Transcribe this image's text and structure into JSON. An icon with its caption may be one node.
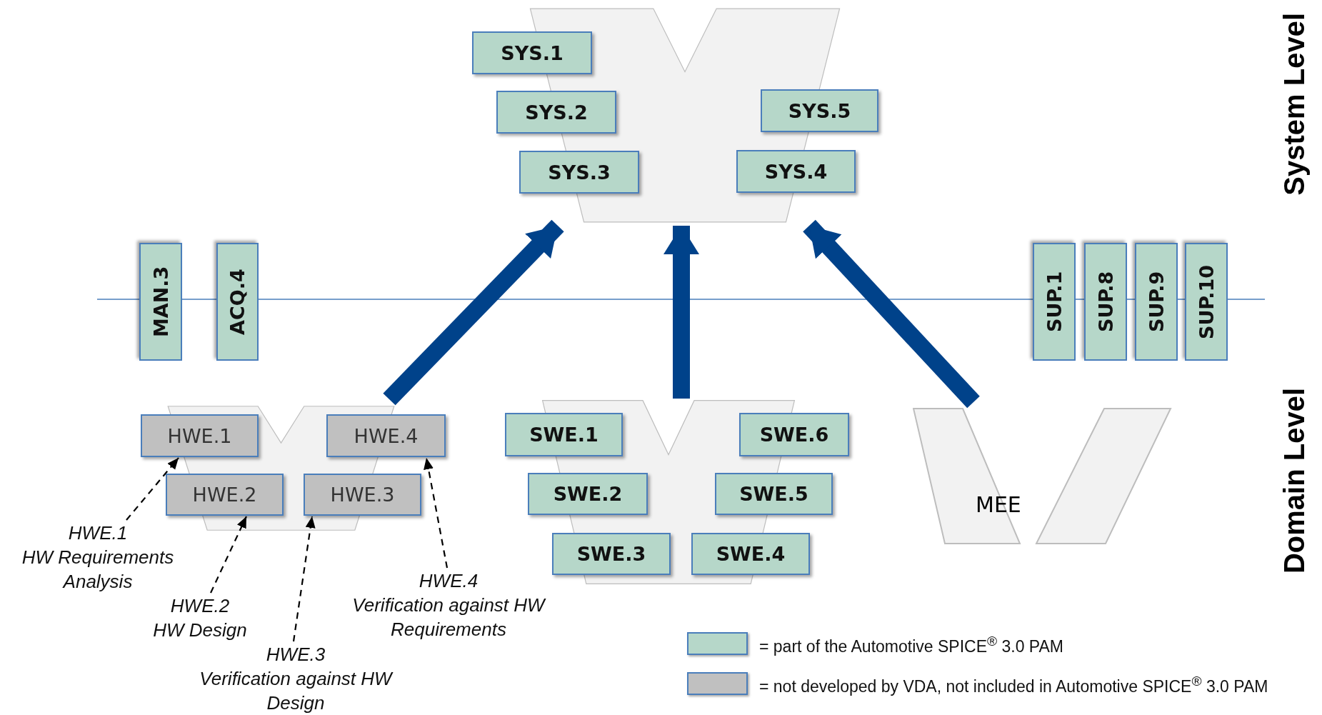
{
  "diagram": {
    "nodes": [
      {
        "text": [],
        "shape": "picture"
      },
      {
        "text": [
          "SYS.1"
        ]
      },
      {
        "text": [
          "SYS.2"
        ]
      },
      {
        "text": [
          "SYS.5"
        ]
      },
      {
        "text": [
          "SYS.3"
        ]
      },
      {
        "text": [
          "SYS.4"
        ]
      },
      {
        "text": [
          "MAN.3"
        ]
      },
      {
        "text": [
          "ACQ.4"
        ]
      },
      {
        "text": [
          "SUP.1"
        ]
      },
      {
        "text": [
          "SUP.8"
        ]
      },
      {
        "text": [
          "SUP.9"
        ]
      },
      {
        "text": [
          "SUP.10"
        ]
      },
      {
        "text": [],
        "shape": "picture"
      },
      {
        "text": [
          "HWE.1"
        ]
      },
      {
        "text": [
          "HWE.4"
        ]
      },
      {
        "text": [
          "HWE.2"
        ],
        "in": 12
      },
      {
        "text": [
          "HWE.3"
        ]
      },
      {
        "text": [],
        "shape": "picture"
      },
      {
        "text": [
          "SWE.1"
        ]
      },
      {
        "text": [
          "SWE.6"
        ]
      },
      {
        "text": [
          "SWE.2"
        ]
      },
      {
        "text": [
          "SWE.5"
        ]
      },
      {
        "text": [
          "SWE.3"
        ],
        "in": 17
      },
      {
        "text": [
          "SWE.4"
        ]
      },
      {
        "text": [
          "MEE"
        ]
      },
      {
        "text": [
          "HWE.1",
          "HW Requirements Analysis"
        ]
      },
      {
        "text": [
          "HWE.2",
          "HW Design"
        ]
      },
      {
        "text": [
          "HWE.4",
          "Verification against HW Requirements"
        ]
      },
      {
        "text": [
          "HWE.3",
          "Verification against HW Design"
        ]
      }
    ],
    "edges": [
      {
        "from": 12,
        "to": 0,
        "arrow": "to",
        "style": "thick",
        "color": "#00428a"
      },
      {
        "from": 17,
        "to": 0,
        "arrow": "to",
        "style": "thick",
        "color": "#00428a"
      },
      {
        "from": 24,
        "to": 0,
        "arrow": "to",
        "style": "thick",
        "color": "#00428a"
      },
      {
        "from": 25,
        "to": 13,
        "arrow": "to",
        "style": "dashed"
      },
      {
        "from": 26,
        "to": 15,
        "arrow": "to",
        "style": "dashed"
      },
      {
        "from": 28,
        "to": 16,
        "arrow": "to",
        "style": "dashed"
      },
      {
        "from": 27,
        "to": 14,
        "arrow": "to",
        "style": "dashed"
      }
    ],
    "labels": [
      "System Level",
      "Domain Level"
    ],
    "legend": [
      {
        "text": "= part of the Automotive SPICE$^{®}$ 3.0 PAM",
        "color": "#b6d7c9"
      },
      {
        "text": "= not developed by VDA, not included in Automotive SPICE$^{®}$ 3.0 PAM",
        "color": "#c0c0c0"
      }
    ]
  }
}
